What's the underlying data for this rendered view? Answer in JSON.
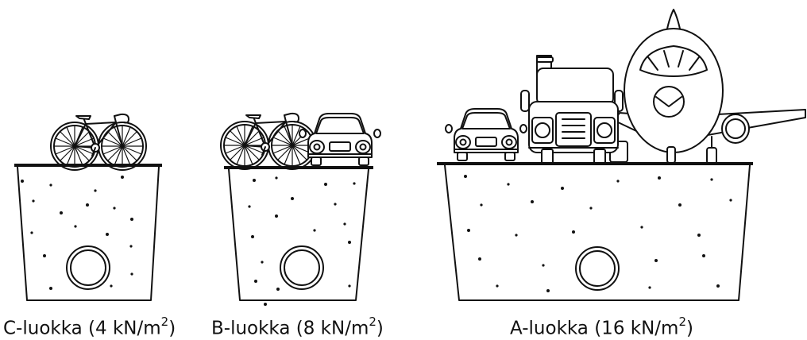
{
  "panels": [
    {
      "id": "c",
      "caption_main": "C-luokka (4 kN/m",
      "caption_exp": "2",
      "caption_end": ")",
      "vehicles": [
        "bicycle"
      ]
    },
    {
      "id": "b",
      "caption_main": "B-luokka (8 kN/m",
      "caption_exp": "2",
      "caption_end": ")",
      "vehicles": [
        "bicycle",
        "car"
      ]
    },
    {
      "id": "a",
      "caption_main": "A-luokka (16 kN/m",
      "caption_exp": "2",
      "caption_end": ")",
      "vehicles": [
        "car",
        "truck",
        "airplane"
      ]
    }
  ]
}
